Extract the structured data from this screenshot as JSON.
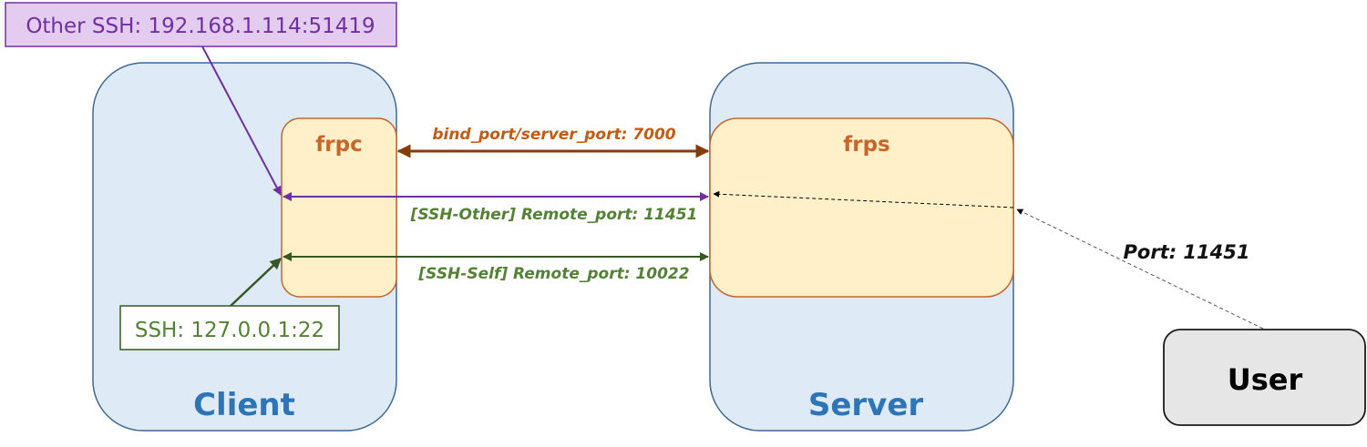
{
  "diagram": {
    "nodes": {
      "client": {
        "label": "Client"
      },
      "server": {
        "label": "Server"
      },
      "frpc": {
        "label": "frpc"
      },
      "frps": {
        "label": "frps"
      },
      "user": {
        "label": "User"
      },
      "other_ssh": {
        "label": "Other SSH: 192.168.1.114:51419"
      },
      "local_ssh": {
        "label": "SSH: 127.0.0.1:22"
      }
    },
    "edges": {
      "control": {
        "label": "bind_port/server_port: 7000",
        "style": "solid",
        "direction": "both"
      },
      "ssh_other": {
        "label": "[SSH-Other] Remote_port: 11451",
        "style": "solid",
        "direction": "both"
      },
      "ssh_self": {
        "label": "[SSH-Self] Remote_port: 10022",
        "style": "solid",
        "direction": "both"
      },
      "user_port": {
        "label": "Port: 11451",
        "style": "dashed",
        "direction": "user-to-server"
      },
      "frps_forward": {
        "style": "dashed",
        "direction": "to-frps-left"
      }
    },
    "colors": {
      "host_fill": "#deebf7",
      "host_stroke": "#3f6791",
      "host_text": "#2e75b6",
      "proc_fill": "#fff0c9",
      "proc_stroke": "#c5662a",
      "proc_text": "#c5662a",
      "control_edge": "#843c0c",
      "control_text": "#c55a11",
      "other_edge": "#7030a0",
      "other_fill": "#e4cbf0",
      "self_edge": "#385723",
      "self_text": "#548235",
      "user_fill": "#e7e6e6",
      "user_stroke": "#1a1a1a"
    }
  }
}
